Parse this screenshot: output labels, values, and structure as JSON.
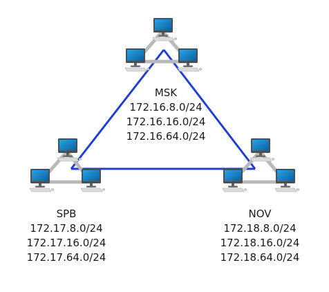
{
  "sites": [
    {
      "id": "msk",
      "name": "MSK",
      "subnets": [
        "172.16.8.0/24",
        "172.16.16.0/24",
        "172.16.64.0/24"
      ]
    },
    {
      "id": "spb",
      "name": "SPB",
      "subnets": [
        "172.17.8.0/24",
        "172.17.16.0/24",
        "172.17.64.0/24"
      ]
    },
    {
      "id": "nov",
      "name": "NOV",
      "subnets": [
        "172.18.8.0/24",
        "172.18.16.0/24",
        "172.18.64.0/24"
      ]
    }
  ],
  "colors": {
    "wan_link": "#1f3fd6",
    "lan_link": "#b9b9b9",
    "monitor_frame": "#4a4e55",
    "screen": "#0f7fc3",
    "keyboard": "#dcdcdc"
  },
  "icons": {
    "workstation": "desktop-computer-icon"
  }
}
